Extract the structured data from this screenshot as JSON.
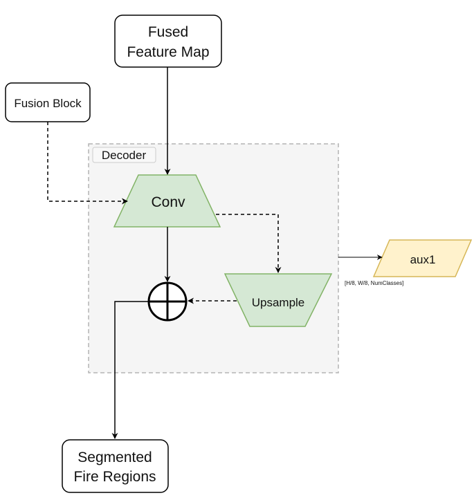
{
  "nodes": {
    "fused_feature_map": [
      "Fused",
      "Feature Map"
    ],
    "fusion_block": "Fusion Block",
    "decoder_label": "Decoder",
    "conv": "Conv",
    "upsample": "Upsample",
    "aux1": "aux1",
    "aux1_shape": "[H/8, W/8, NumClasses]",
    "segmented_fire_regions": [
      "Segmented",
      "Fire Regions"
    ]
  },
  "colors": {
    "trapezoid_fill": "#d5e8d4",
    "trapezoid_stroke": "#82b366",
    "aux_fill": "#fff2cc",
    "aux_stroke": "#d6b656",
    "decoder_fill": "#f5f5f5",
    "decoder_stroke": "#b3b3b3",
    "line": "#000000"
  },
  "icons": {
    "sum": "circled-plus-icon"
  }
}
